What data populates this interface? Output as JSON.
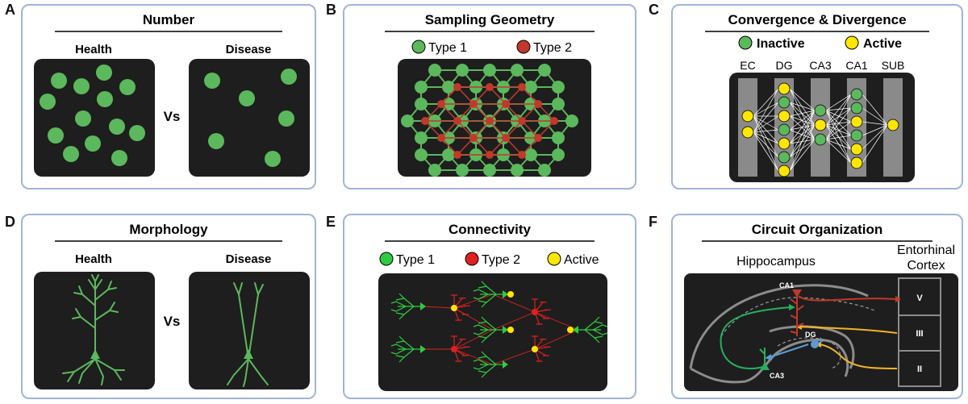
{
  "panels": {
    "a": {
      "letter": "A",
      "title": "Number",
      "left": "Health",
      "right": "Disease",
      "vs": "Vs"
    },
    "b": {
      "letter": "B",
      "title": "Sampling Geometry",
      "legend1": "Type 1",
      "legend2": "Type 2"
    },
    "c": {
      "letter": "C",
      "title": "Convergence & Divergence",
      "legend1": "Inactive",
      "legend2": "Active",
      "columns": [
        "EC",
        "DG",
        "CA3",
        "CA1",
        "SUB"
      ]
    },
    "d": {
      "letter": "D",
      "title": "Morphology",
      "left": "Health",
      "right": "Disease",
      "vs": "Vs"
    },
    "e": {
      "letter": "E",
      "title": "Connectivity",
      "legend1": "Type 1",
      "legend2": "Type 2",
      "legend3": "Active"
    },
    "f": {
      "letter": "F",
      "title": "Circuit Organization",
      "hippocampus": "Hippocampus",
      "entorhinal_line1": "Entorhinal",
      "entorhinal_line2": "Cortex",
      "layers": [
        "V",
        "III",
        "II"
      ],
      "ca1": "CA1",
      "dg": "DG",
      "ca3": "CA3"
    }
  },
  "colors": {
    "border": "#9fb4d8",
    "dark": "#1e1e1e",
    "green": "#5cb85c",
    "bright_green": "#2ecc40",
    "red": "#c0392b",
    "yellow": "#ffe600",
    "gray_column": "#8a8a8a",
    "blue": "#5b9bd5",
    "orange": "#f0b429"
  },
  "icons": [
    "arrow-icon",
    "neuron-icon",
    "dot-icon"
  ]
}
